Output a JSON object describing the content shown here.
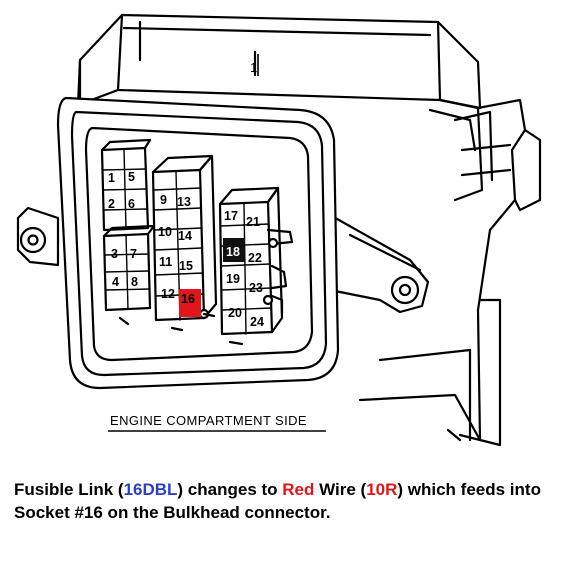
{
  "figure": {
    "part_number_label": "1",
    "side_label": "ENGINE COMPARTMENT SIDE"
  },
  "pins": [
    {
      "num": "1"
    },
    {
      "num": "2"
    },
    {
      "num": "3"
    },
    {
      "num": "4"
    },
    {
      "num": "5"
    },
    {
      "num": "6"
    },
    {
      "num": "7"
    },
    {
      "num": "8"
    },
    {
      "num": "9"
    },
    {
      "num": "10"
    },
    {
      "num": "11"
    },
    {
      "num": "12"
    },
    {
      "num": "13"
    },
    {
      "num": "14"
    },
    {
      "num": "15"
    },
    {
      "num": "16"
    },
    {
      "num": "17"
    },
    {
      "num": "18"
    },
    {
      "num": "19"
    },
    {
      "num": "20"
    },
    {
      "num": "21"
    },
    {
      "num": "22"
    },
    {
      "num": "23"
    },
    {
      "num": "24"
    }
  ],
  "highlights": {
    "red_socket": "16",
    "black_socket": "18",
    "red_color": "#e0161a",
    "black_color": "#111111"
  },
  "caption": {
    "part1": "Fusible Link (",
    "code1": "16DBL",
    "part2": ") changes to ",
    "color_word": "Red",
    "part3": " Wire (",
    "code2": "10R",
    "part4": ") which feeds into Socket #16 on the Bulkhead connector.",
    "code1_color": "#2e3fbf",
    "color_word_color": "#e0161a",
    "code2_color": "#e0161a"
  }
}
